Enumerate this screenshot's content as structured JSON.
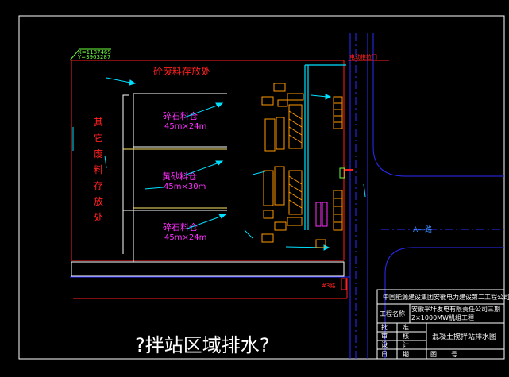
{
  "coords": {
    "x": "X=1187469",
    "y": "Y=3963287"
  },
  "labels": {
    "waste_concrete": "砼废料存放处",
    "other_waste": "其它废料存放处",
    "bin1_name": "碎石料仓",
    "bin1_size": "45m×24m",
    "bin2_name": "黄砂料仓",
    "bin2_size": "45m×30m",
    "bin3_name": "碎石料仓",
    "bin3_size": "45m×24m",
    "gate": "电动推拉门",
    "road": "A—路",
    "tag": "#3路",
    "big_title": "?拌站区域排水?"
  },
  "title_block": {
    "org": "中国能源建设集团安徽电力建设第二工程公司",
    "project_label": "工程名称",
    "project_line1": "安徽平圩发电有限责任公司三期",
    "project_line2": "2×1000MW机组工程",
    "drawing_title": "混凝土搅拌站排水图",
    "rows": [
      {
        "a": "批",
        "b": "准"
      },
      {
        "a": "审",
        "b": "核"
      },
      {
        "a": "设",
        "b": "计"
      },
      {
        "a": "日",
        "b": "期"
      }
    ],
    "sheet_label": "图",
    "sheet_no": "号"
  },
  "colors": {
    "frame": "#ffffff",
    "wall": "#ff2020",
    "yard": "#ffffff",
    "road": "#2b2bff",
    "drain": "#00e0ff",
    "equip": "#ff9900",
    "bin_label": "#ff2fff",
    "lime": "#6cff3c"
  }
}
